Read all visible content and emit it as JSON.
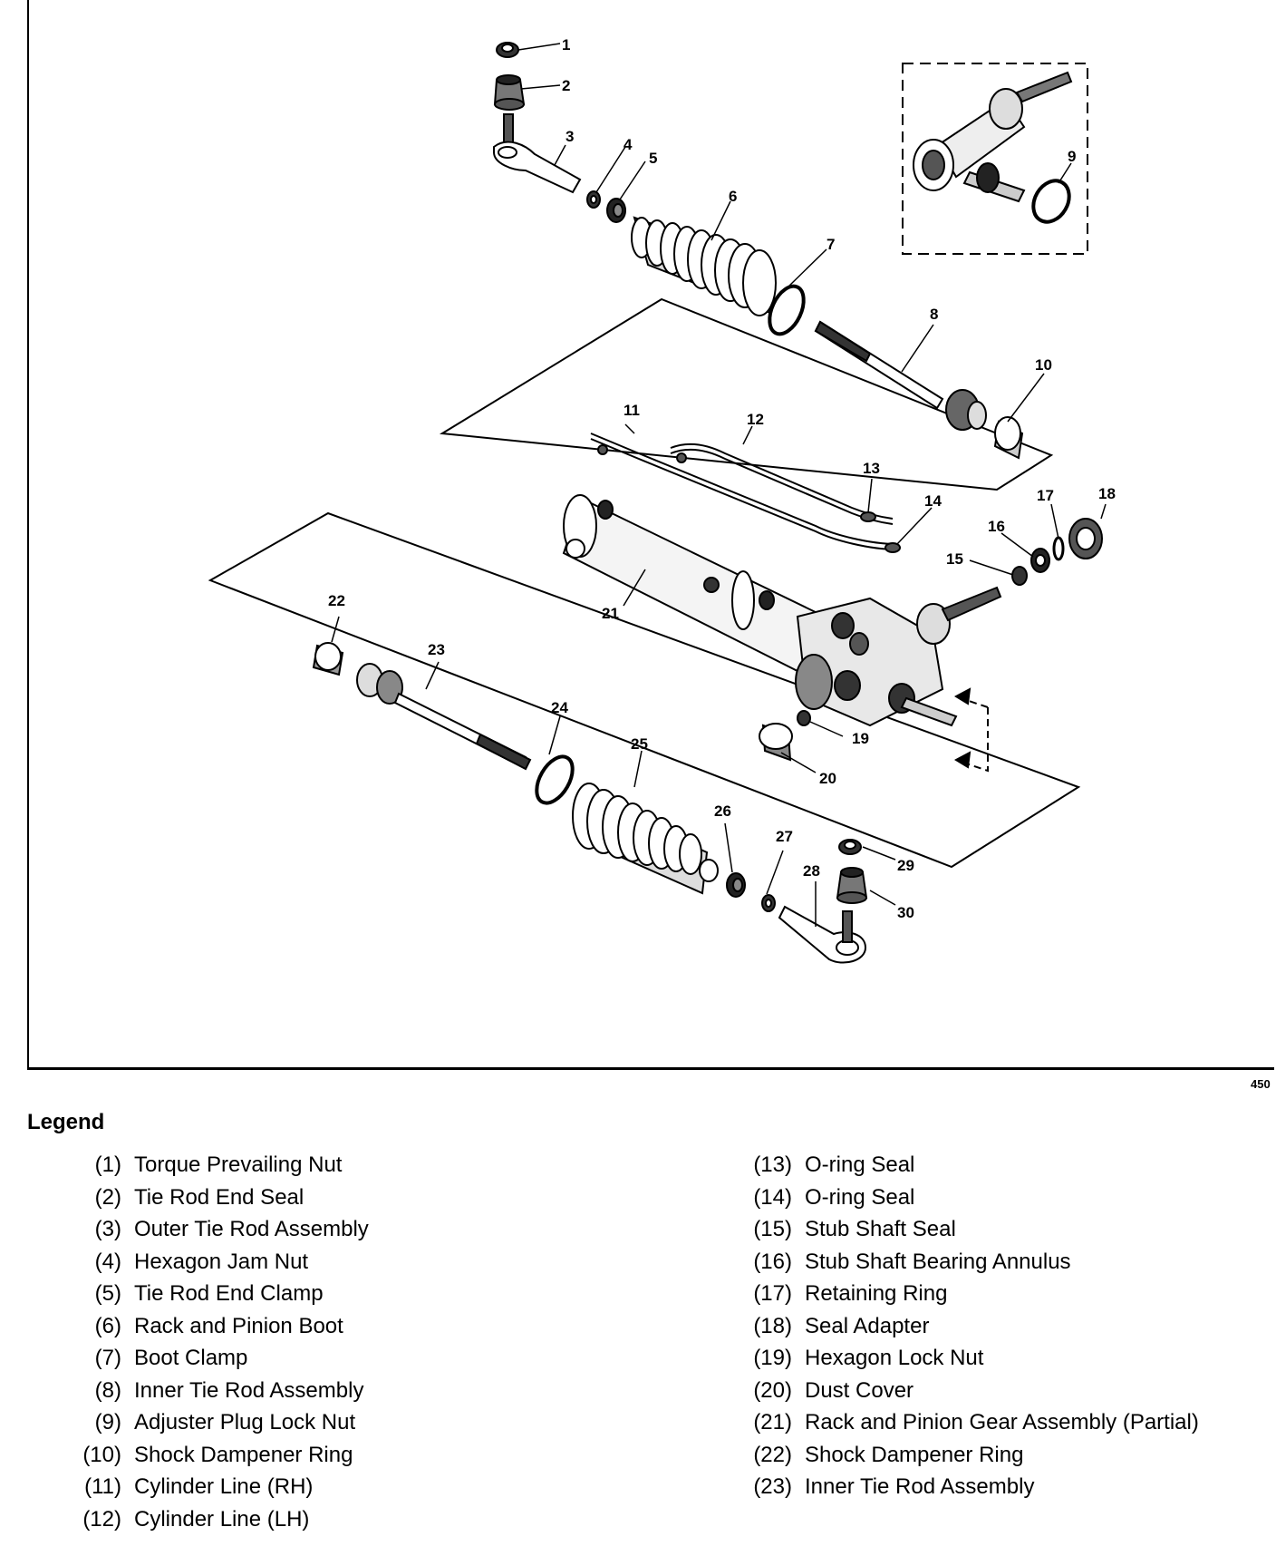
{
  "diagram": {
    "callouts": [
      "1",
      "2",
      "3",
      "4",
      "5",
      "6",
      "7",
      "8",
      "9",
      "10",
      "11",
      "12",
      "13",
      "14",
      "15",
      "16",
      "17",
      "18",
      "19",
      "20",
      "21",
      "22",
      "23",
      "24",
      "25",
      "26",
      "27",
      "28",
      "29",
      "30"
    ],
    "figure_number": "450"
  },
  "legend": {
    "title": "Legend",
    "left_items": [
      {
        "num": "(1)",
        "label": "Torque Prevailing Nut"
      },
      {
        "num": "(2)",
        "label": "Tie Rod End Seal"
      },
      {
        "num": "(3)",
        "label": "Outer Tie Rod Assembly"
      },
      {
        "num": "(4)",
        "label": "Hexagon Jam Nut"
      },
      {
        "num": "(5)",
        "label": "Tie Rod End Clamp"
      },
      {
        "num": "(6)",
        "label": "Rack and Pinion Boot"
      },
      {
        "num": "(7)",
        "label": "Boot Clamp"
      },
      {
        "num": "(8)",
        "label": "Inner Tie Rod Assembly"
      },
      {
        "num": "(9)",
        "label": "Adjuster Plug Lock Nut"
      },
      {
        "num": "(10)",
        "label": "Shock Dampener Ring"
      },
      {
        "num": "(11)",
        "label": "Cylinder Line (RH)"
      },
      {
        "num": "(12)",
        "label": "Cylinder Line (LH)"
      }
    ],
    "right_items": [
      {
        "num": "(13)",
        "label": "O-ring Seal"
      },
      {
        "num": "(14)",
        "label": "O-ring Seal"
      },
      {
        "num": "(15)",
        "label": "Stub Shaft Seal"
      },
      {
        "num": "(16)",
        "label": "Stub Shaft Bearing Annulus"
      },
      {
        "num": "(17)",
        "label": "Retaining Ring"
      },
      {
        "num": "(18)",
        "label": "Seal Adapter"
      },
      {
        "num": "(19)",
        "label": "Hexagon Lock Nut"
      },
      {
        "num": "(20)",
        "label": "Dust Cover"
      },
      {
        "num": "(21)",
        "label": "Rack and Pinion Gear Assembly (Partial)"
      },
      {
        "num": "(22)",
        "label": "Shock Dampener Ring"
      },
      {
        "num": "(23)",
        "label": "Inner Tie Rod Assembly"
      }
    ]
  }
}
